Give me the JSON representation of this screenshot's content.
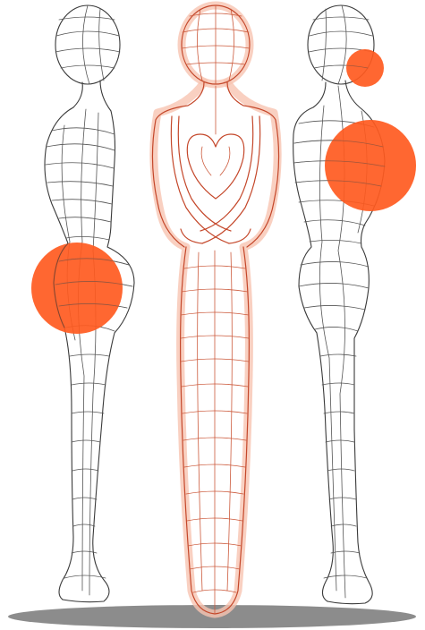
{
  "colors": {
    "background": "#ffffff",
    "outline": "#3a3a3a",
    "highlight": "#ff5a1f",
    "highlight_outline": "#c4472a",
    "glow": "#f7c4b2",
    "shadow": "#8c8c8c"
  },
  "figures": [
    {
      "name": "figure-left",
      "view": "side",
      "highlight": "hip"
    },
    {
      "name": "figure-center",
      "view": "front",
      "highlight": "whole-figure-outline"
    },
    {
      "name": "figure-right",
      "view": "side",
      "highlight": "back-and-neck"
    }
  ],
  "icons": [
    "mannequin-side-icon",
    "mannequin-front-icon",
    "highlight-dot-icon"
  ]
}
